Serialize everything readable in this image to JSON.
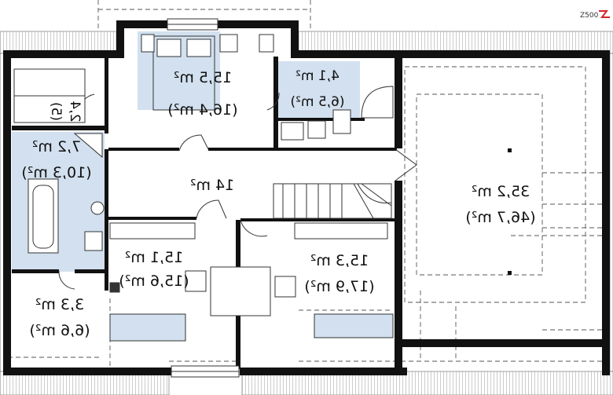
{
  "logo": {
    "text": "Z500",
    "brand_color": "#d2252a"
  },
  "colors": {
    "wet_room": "#d2e0ef",
    "wall": "#111111",
    "roof_hatch": "#888888"
  },
  "rooms": [
    {
      "id": "bedroom-top",
      "line1": "15,5 m²",
      "line2": "(16,4 m²)"
    },
    {
      "id": "bathroom-small",
      "line1": "4,1 m²",
      "line2": "(6,5 m²)"
    },
    {
      "id": "closet-rotated",
      "line1": "2,4",
      "line2": "(5)"
    },
    {
      "id": "bathroom-left",
      "line1": "7,2 m²",
      "line2": "(10,3 m²)"
    },
    {
      "id": "hall",
      "line1": "14 m²"
    },
    {
      "id": "bedroom-middle",
      "line1": "15,1 m²",
      "line2": "(15,6 m²)"
    },
    {
      "id": "bedroom-right",
      "line1": "15,3 m²",
      "line2": "(17,9 m²)"
    },
    {
      "id": "storage",
      "line1": "3,3 m²",
      "line2": "(6,6 m²)"
    },
    {
      "id": "attic",
      "line1": "35,2 m²",
      "line2": "(46,7 m²)"
    }
  ]
}
